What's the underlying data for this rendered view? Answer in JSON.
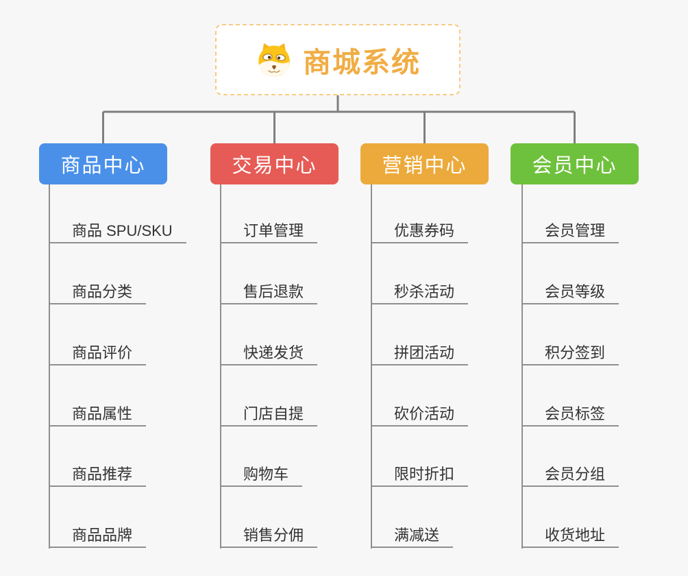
{
  "background_color": "#f7f7f7",
  "root": {
    "title": "商城系统",
    "icon": "doge-face-icon",
    "title_color": "#f0ad45",
    "border_color": "#f8ca83"
  },
  "connectors": {
    "tree_color": "#7f7f7f",
    "leaf_line_color": "#8f8f8f"
  },
  "branches": [
    {
      "label": "商品中心",
      "color": "#4a90e8",
      "items": [
        "商品 SPU/SKU",
        "商品分类",
        "商品评价",
        "商品属性",
        "商品推荐",
        "商品品牌"
      ]
    },
    {
      "label": "交易中心",
      "color": "#e65b55",
      "items": [
        "订单管理",
        "售后退款",
        "快递发货",
        "门店自提",
        "购物车",
        "销售分佣"
      ]
    },
    {
      "label": "营销中心",
      "color": "#ecaa3c",
      "items": [
        "优惠券码",
        "秒杀活动",
        "拼团活动",
        "砍价活动",
        "限时折扣",
        "满减送"
      ]
    },
    {
      "label": "会员中心",
      "color": "#6ec13c",
      "items": [
        "会员管理",
        "会员等级",
        "积分签到",
        "会员标签",
        "会员分组",
        "收货地址"
      ]
    }
  ]
}
